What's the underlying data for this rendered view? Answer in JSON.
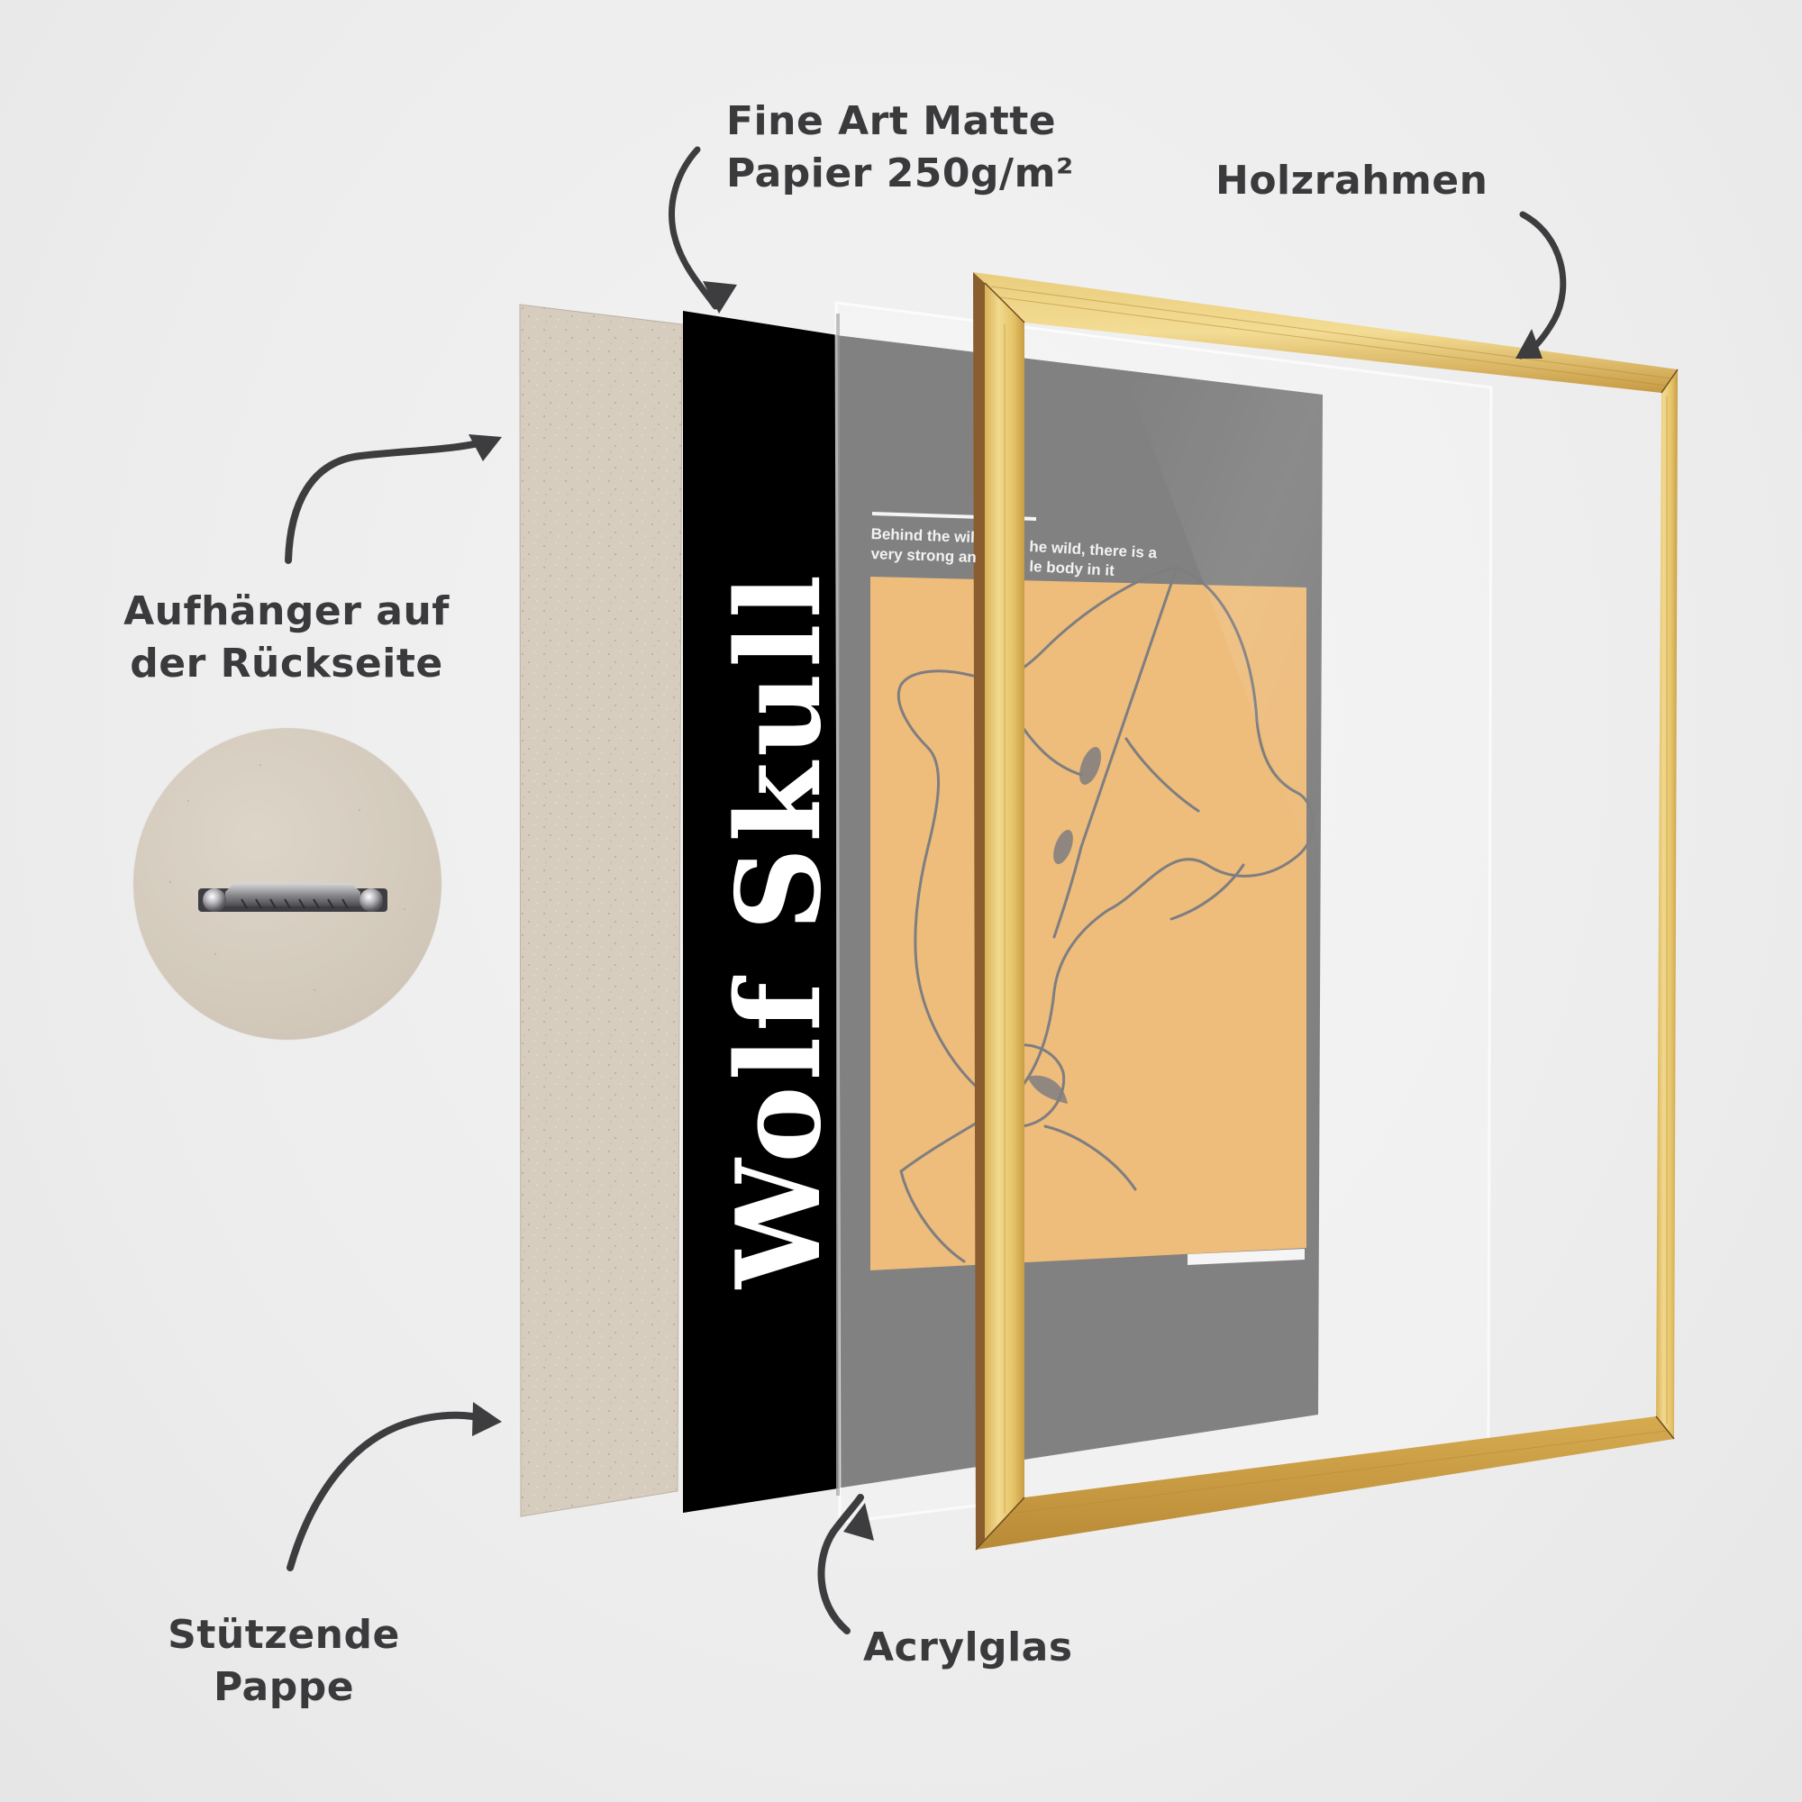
{
  "labels": {
    "paper": {
      "line1": "Fine Art Matte",
      "line2": "Papier 250g/m²"
    },
    "frame": "Holzrahmen",
    "hanger": {
      "line1": "Aufhänger auf",
      "line2": "der Rückseite"
    },
    "backing": {
      "line1": "Stützende",
      "line2": "Pappe"
    },
    "acrylic": "Acrylglas"
  },
  "poster": {
    "title": "Wolf Skull",
    "quote_line1_left": "Behind the wil",
    "quote_line1_right": "he wild, there is a",
    "quote_line2_left": "very strong an",
    "quote_line2_right": "le body in it"
  },
  "colors": {
    "background": "#eeeeee",
    "label_text": "#3a3a3c",
    "arrow": "#3d3d3f",
    "cardboard": "#d6cdbf",
    "poster_black": "#000000",
    "poster_gray": "#5e5e5e",
    "poster_orange": "#e9aa56",
    "skull_line": "#5a5a5e",
    "frame_gold": "#e6c56a",
    "frame_gold_dark": "#b8893a",
    "frame_side": "#8a5d2e"
  },
  "icons": {
    "arrows": [
      "curved-arrow-paper",
      "curved-arrow-frame",
      "curved-arrow-hanger",
      "curved-arrow-backing",
      "curved-arrow-acrylic"
    ],
    "hanger": "sawtooth-hanger-icon"
  }
}
